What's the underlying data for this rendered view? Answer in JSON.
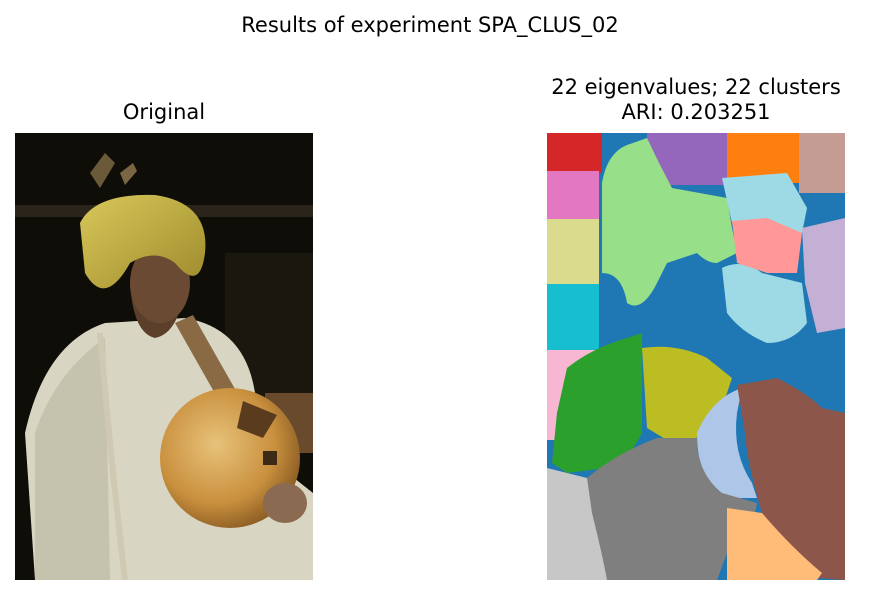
{
  "figure": {
    "suptitle": "Results of experiment SPA_CLUS_02",
    "left_title": "Original",
    "right_title_line1": "22 eigenvalues; 22 clusters",
    "right_title_line2": "ARI: 0.203251"
  },
  "images": {
    "original": "photograph of a man in a yellow turban holding a gourd string instrument",
    "segmentation": "22-cluster spectral segmentation map of the same photograph"
  },
  "palette": {
    "red": "#d62728",
    "purple": "#9467bd",
    "orange": "#ff7f0e",
    "rosy_brown": "#c49c94",
    "pink": "#e377c2",
    "light_green": "#98df8a",
    "light_cyan": "#9edae5",
    "khaki": "#dbdb8d",
    "salmon": "#ff9896",
    "lavender": "#c5b0d5",
    "cyan": "#17becf",
    "blue": "#1f77b4",
    "light_pink": "#f7b6d2",
    "green": "#2ca02c",
    "olive": "#bcbd22",
    "light_blue": "#aec7e8",
    "brown": "#8c564b",
    "gray": "#7f7f7f",
    "light_gray": "#c7c7c7",
    "peach": "#ffbb78"
  }
}
